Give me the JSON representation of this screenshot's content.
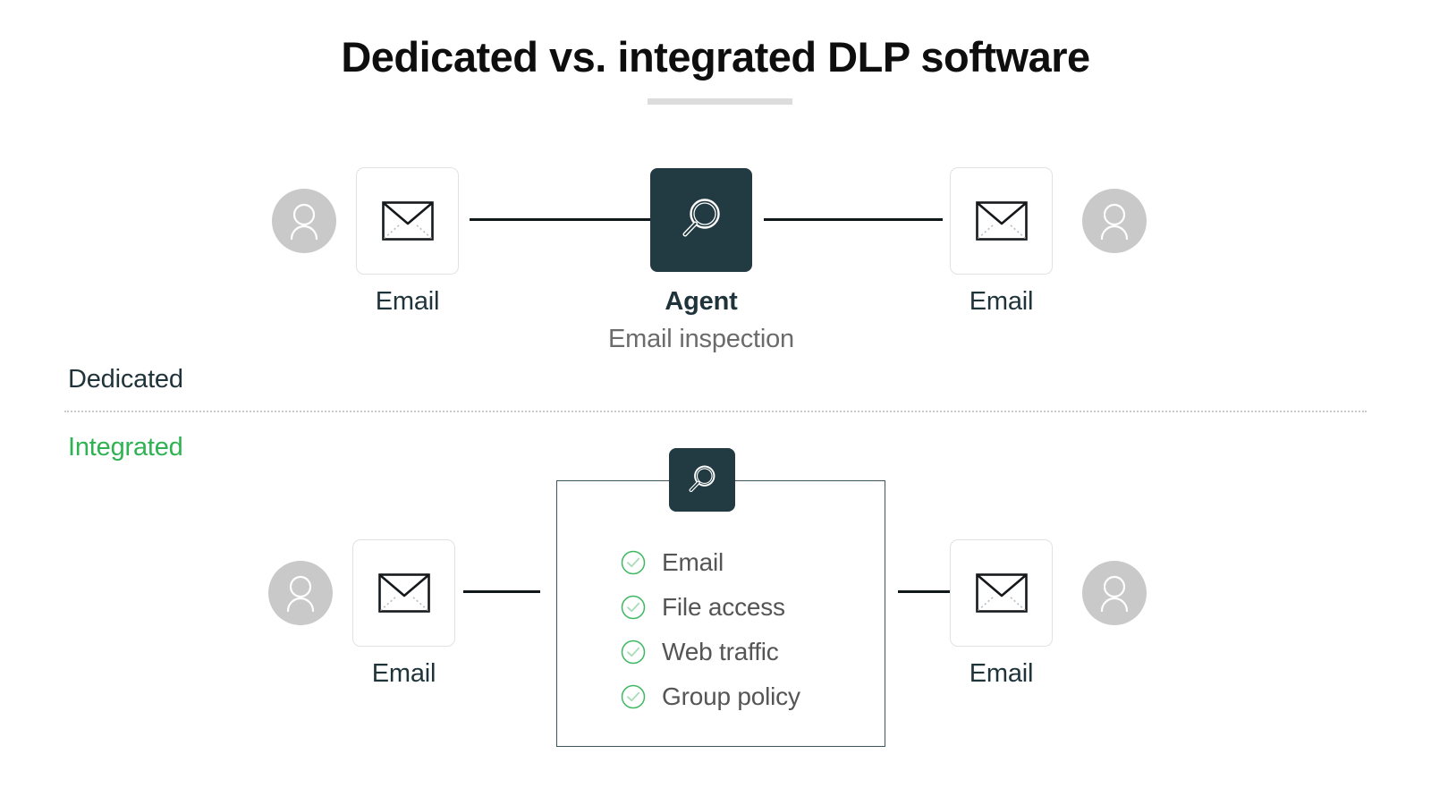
{
  "page": {
    "title": "Dedicated vs. integrated DLP software",
    "background": "#ffffff"
  },
  "colors": {
    "title_text": "#0e0e0e",
    "title_rule": "#dcdcdc",
    "dark_slate": "#223a41",
    "green_accent": "#2fb352",
    "avatar_gray": "#c9c9c9",
    "label_dark": "#1f333b",
    "label_gray": "#6b6b6b",
    "connector": "#11181c",
    "panel_border": "#3c545c",
    "card_border": "#e2e2e2",
    "divider": "#c9c9c9"
  },
  "sections": {
    "dedicated": {
      "label": "Dedicated",
      "left_user": {
        "icon": "person-avatar-icon"
      },
      "left_email": {
        "icon": "envelope-icon",
        "caption": "Email"
      },
      "agent": {
        "icon": "magnifier-icon",
        "title": "Agent",
        "subtitle": "Email inspection"
      },
      "right_email": {
        "icon": "envelope-icon",
        "caption": "Email"
      },
      "right_user": {
        "icon": "person-avatar-icon"
      }
    },
    "integrated": {
      "label": "Integrated",
      "left_user": {
        "icon": "person-avatar-icon"
      },
      "left_email": {
        "icon": "envelope-icon",
        "caption": "Email"
      },
      "panel": {
        "badge_icon": "magnifier-icon",
        "items": [
          {
            "icon": "check-circle-icon",
            "label": "Email"
          },
          {
            "icon": "check-circle-icon",
            "label": "File access"
          },
          {
            "icon": "check-circle-icon",
            "label": "Web traffic"
          },
          {
            "icon": "check-circle-icon",
            "label": "Group policy"
          }
        ]
      },
      "right_email": {
        "icon": "envelope-icon",
        "caption": "Email"
      },
      "right_user": {
        "icon": "person-avatar-icon"
      }
    }
  }
}
